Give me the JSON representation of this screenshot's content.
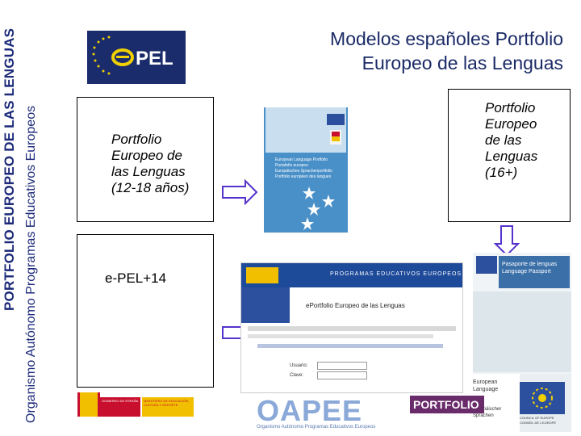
{
  "sidebar": {
    "line1": "PORTFOLIO EUROPEO DE LAS LENGUAS",
    "line2": "Organismo Autónomo Programas Educativos Europeos"
  },
  "logo_text": "ePEL",
  "title": [
    "Modelos españoles Portfolio",
    "Europeo de las Lenguas"
  ],
  "box1": [
    "Portfolio",
    "Europeo de",
    "las Lenguas",
    "(12-18 años)"
  ],
  "box2": "e-PEL+14",
  "box3": [
    "Portfolio",
    "Europeo",
    "de las",
    "Lenguas",
    "(16+)"
  ],
  "cover_lines": [
    "European Language Portfolio",
    "Portafolio europeo",
    "Europäisches Sprachenportfolio",
    "Portfolio européen des langues"
  ],
  "web": {
    "banner": "PROGRAMAS EDUCATIVOS EUROPEOS",
    "heading": "ePortfolio Europeo de las Lenguas",
    "user_label": "Usuario:",
    "key_label": "Clave:"
  },
  "footer": {
    "oapee": "OAPEE",
    "oapee_sub": "Organismo Autónomo Programas Educativos Europeos",
    "ministerio": "MINISTERIO DE EDUCACIÓN, CULTURA Y DEPORTE",
    "gobierno": "GOBIERNO DE ESPAÑA",
    "portfolio": "PORTFOLIO",
    "european_lang": "European Language",
    "europaeischer": "Europäischer Sprachen",
    "passport_title": "Pasaporte de lenguas Language Passport",
    "council": "COUNCIL OF EUROPE",
    "conseil": "CONSEIL DE L'EUROPE"
  },
  "colors": {
    "navy": "#1c2a7a",
    "logo_bg": "#1a2c6b",
    "cover_blue": "#4a90c8",
    "spain_red": "#c8102e",
    "spain_yellow": "#f1bf00"
  }
}
